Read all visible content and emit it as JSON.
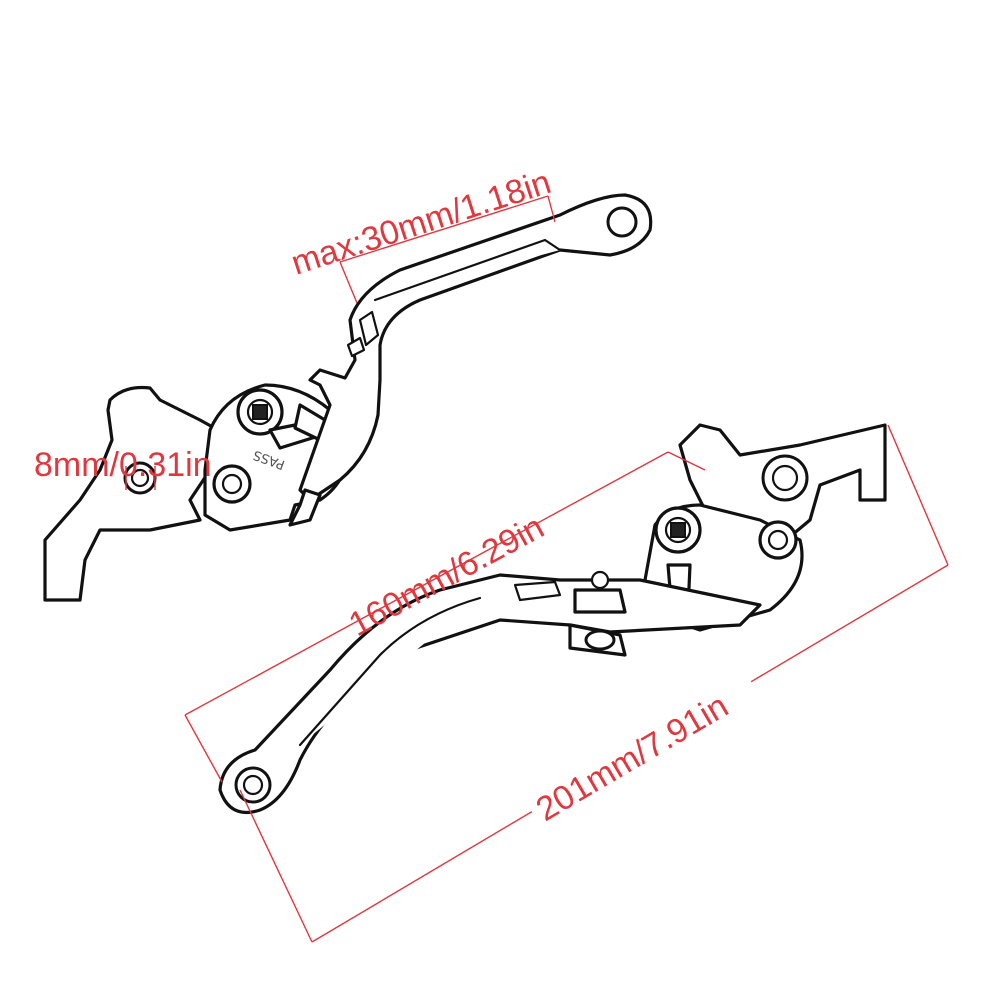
{
  "dimensions": {
    "max_adjust": "max:30mm/1.18in",
    "mount_hole": "8mm/0.31in",
    "lever_length": "160mm/6.29in",
    "overall_length": "201mm/7.91in"
  },
  "engraving": "PASS",
  "colors": {
    "dimension": "#e0383f",
    "outline": "#111111",
    "background": "#ffffff"
  }
}
